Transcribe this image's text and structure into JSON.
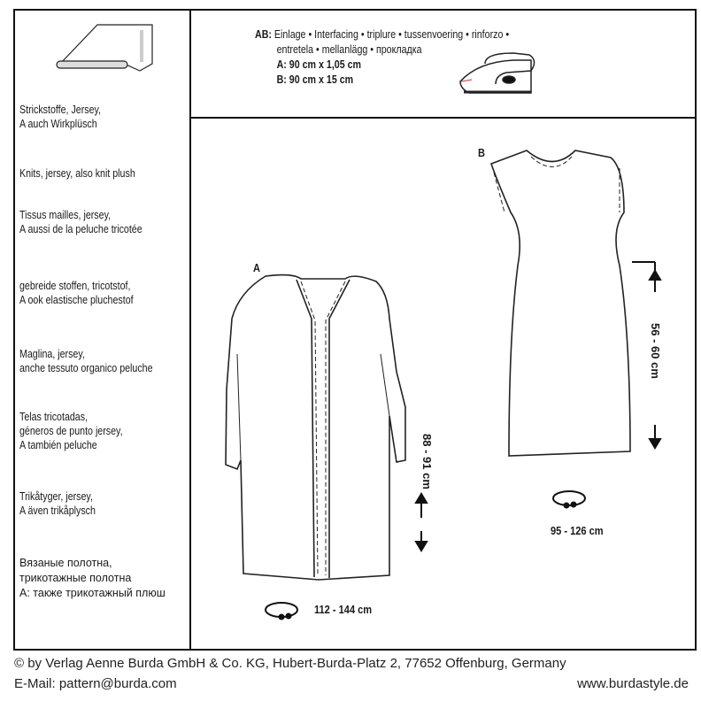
{
  "fabrics": [
    {
      "lines": [
        "Strickstoffe, Jersey,",
        "A auch Wirkplüsch"
      ]
    },
    {
      "lines": [
        "Knits, jersey, also knit plush"
      ]
    },
    {
      "lines": [
        "Tissus mailles, jersey,",
        "A aussi de la peluche tricotée"
      ]
    },
    {
      "lines": [
        "gebreide stoffen, tricotstof,",
        "A ook elastische pluchestof"
      ]
    },
    {
      "lines": [
        "Maglina, jersey,",
        "anche tessuto organico peluche"
      ]
    },
    {
      "lines": [
        "Telas tricotadas,",
        "géneros de punto jersey,",
        "A también peluche"
      ]
    },
    {
      "lines": [
        "Trikåtyger, jersey,",
        "A även trikåplysch"
      ]
    },
    {
      "lines": [
        "Вязаные полотна,",
        "трикотажные полотна",
        "А: также трикотажный плюш"
      ]
    }
  ],
  "interfacing": {
    "prefix": "AB:",
    "line1": "Einlage • Interfacing • triplure • tussenvoering • rinforzo •",
    "line2": "entretela • mellanlägg • прокладка",
    "a": "A: 90 cm x 1,05 cm",
    "b": "B: 90 cm x 15 cm"
  },
  "views": {
    "a": {
      "label": "A",
      "length": "88 - 91 cm",
      "width": "112 - 144 cm"
    },
    "b": {
      "label": "B",
      "length": "56 - 60 cm",
      "width": "95 - 126 cm"
    }
  },
  "footer": {
    "copyright": "© by Verlag Aenne Burda GmbH & Co. KG, Hubert-Burda-Platz 2, 77652 Offenburg, Germany",
    "email": "E-Mail: pattern@burda.com",
    "website": "www.burdastyle.de"
  }
}
